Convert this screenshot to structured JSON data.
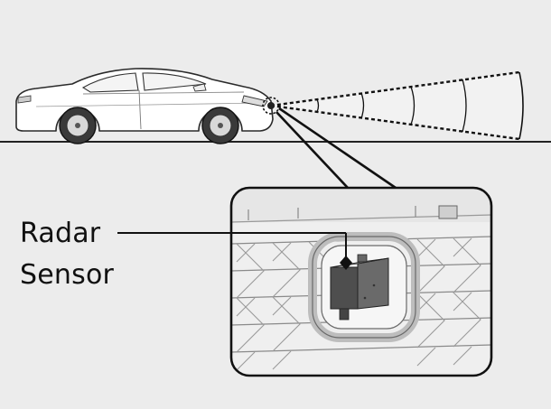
{
  "callout": {
    "line1": "Radar",
    "line2": "Sensor"
  },
  "colors": {
    "background": "#ececec",
    "ink": "#111111",
    "car_body": "#ffffff",
    "sensor": "#555555"
  },
  "icons": {
    "vehicle": "sedan-side-view",
    "sensor_zone": "dashed-circle",
    "detail_view": "front-grille-closeup"
  }
}
